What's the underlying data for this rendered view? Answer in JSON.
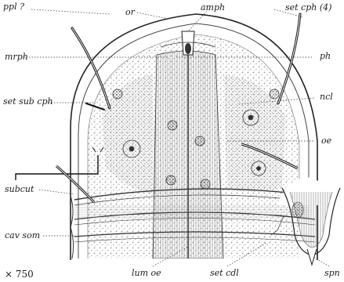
{
  "labels": {
    "ppl": "ppl ?",
    "or": "or",
    "amph": "amph",
    "set_cph": "set cph (4)",
    "mrph": "mrph",
    "ph": "ph",
    "set_sub_cph": "set sub cph",
    "ncl": "ncl",
    "oe": "oe",
    "subcut": "subcut",
    "cav_som": "cav som",
    "lum_oe": "lum oe",
    "set_cdl": "set cdl",
    "spn": "spn",
    "magnification": "× 750"
  },
  "colors": {
    "ink": "#1a1a1a",
    "paper": "#ffffff",
    "stipple": "#555555"
  }
}
